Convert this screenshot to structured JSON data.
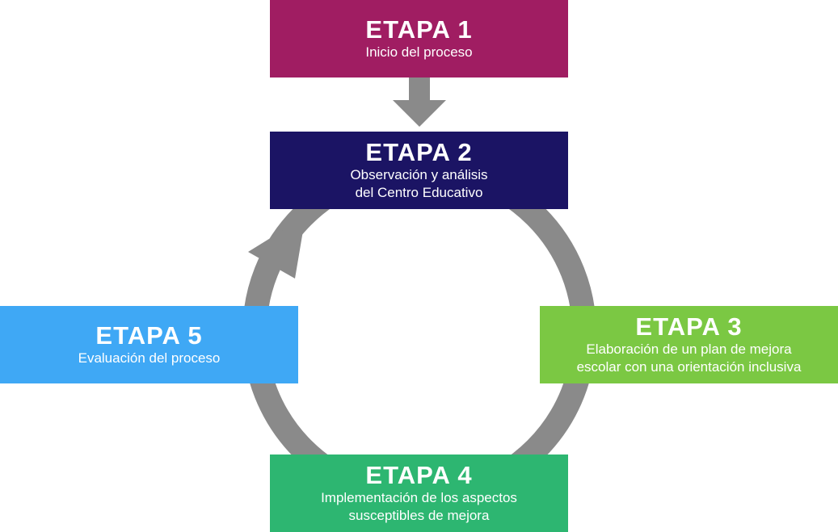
{
  "colors": {
    "arrow": "#8a8a8a",
    "stage1": "#a01d62",
    "stage2": "#1b1464",
    "stage3": "#7bc843",
    "stage4": "#2db671",
    "stage5": "#3fa8f5"
  },
  "stages": [
    {
      "title": "ETAPA 1",
      "description": "Inicio del proceso"
    },
    {
      "title": "ETAPA 2",
      "description": "Observación y análisis\ndel Centro Educativo"
    },
    {
      "title": "ETAPA 3",
      "description": "Elaboración de un plan de mejora\nescolar con una orientación inclusiva"
    },
    {
      "title": "ETAPA 4",
      "description": "Implementación de los aspectos\nsusceptibles de mejora"
    },
    {
      "title": "ETAPA 5",
      "description": "Evaluación del proceso"
    }
  ]
}
